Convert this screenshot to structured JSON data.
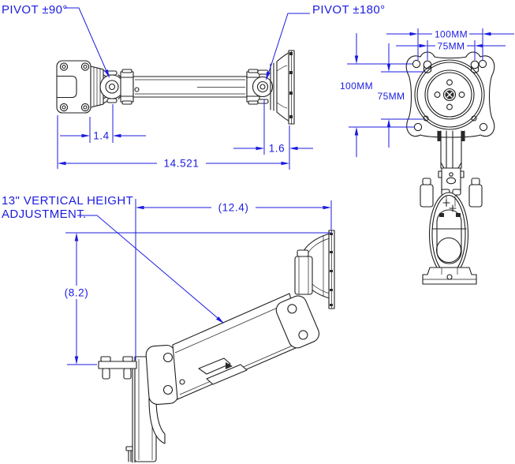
{
  "colors": {
    "annotation_blue": "#1b1be0",
    "drawing_line": "#1f1f1f",
    "background": "#ffffff"
  },
  "labels": {
    "pivot_90": "PIVOT ±90°",
    "pivot_180": "PIVOT ±180°",
    "height_adjustment_line1": "13\" VERTICAL HEIGHT",
    "height_adjustment_line2": "ADJUSTMENT."
  },
  "dimensions": {
    "top_view": {
      "wall_to_first_pivot": "1.4",
      "second_pivot_to_plate": "1.6",
      "overall_extension": "14.521"
    },
    "front_view": {
      "horizontal_100": "100MM",
      "horizontal_75": "75MM",
      "vertical_100": "100MM",
      "vertical_75": "75MM"
    },
    "side_view": {
      "horizontal_reach": "(12.4)",
      "vertical_height": "(8.2)"
    }
  }
}
